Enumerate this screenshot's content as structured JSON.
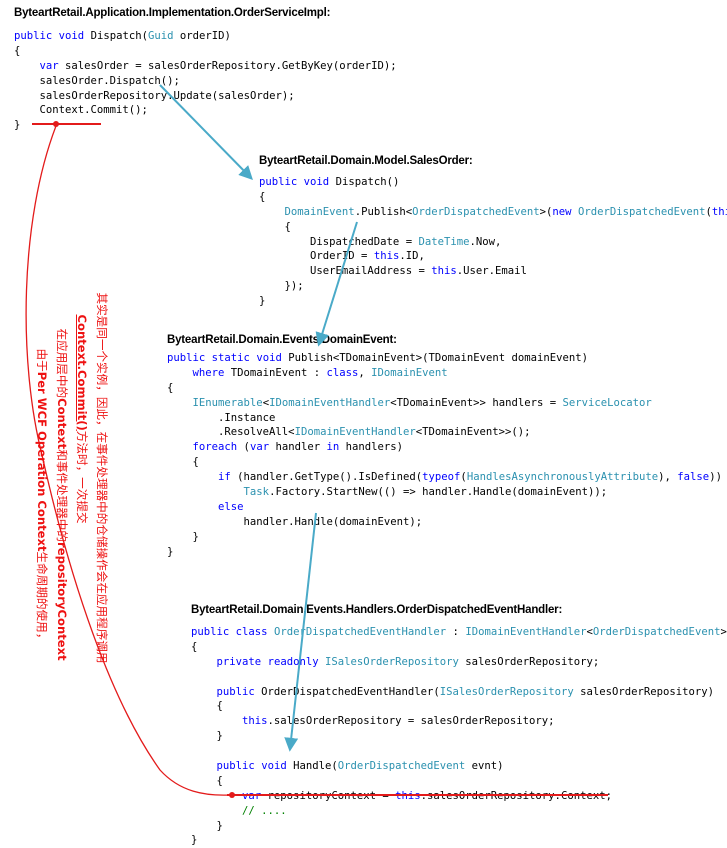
{
  "blocks": [
    {
      "id": "app-service",
      "title": "ByteartRetail.Application.Implementation.OrderServiceImpl:",
      "lines": [
        [
          [
            "kw",
            "public"
          ],
          [
            "p",
            " "
          ],
          [
            "kw",
            "void"
          ],
          [
            "p",
            " Dispatch("
          ],
          [
            "ty",
            "Guid"
          ],
          [
            "p",
            " orderID)"
          ]
        ],
        [
          [
            "p",
            "{"
          ]
        ],
        [
          [
            "p",
            "    "
          ],
          [
            "kw",
            "var"
          ],
          [
            "p",
            " salesOrder = salesOrderRepository.GetByKey(orderID);"
          ]
        ],
        [
          [
            "p",
            "    salesOrder.Dispatch();"
          ]
        ],
        [
          [
            "p",
            "    salesOrderRepository.Update(salesOrder);"
          ]
        ],
        [
          [
            "p",
            "    Context.Commit();"
          ]
        ],
        [
          [
            "p",
            "}"
          ]
        ]
      ]
    },
    {
      "id": "sales-order",
      "title": "ByteartRetail.Domain.Model.SalesOrder:",
      "lines": [
        [
          [
            "kw",
            "public"
          ],
          [
            "p",
            " "
          ],
          [
            "kw",
            "void"
          ],
          [
            "p",
            " Dispatch()"
          ]
        ],
        [
          [
            "p",
            "{"
          ]
        ],
        [
          [
            "p",
            "    "
          ],
          [
            "ty",
            "DomainEvent"
          ],
          [
            "p",
            ".Publish<"
          ],
          [
            "ty",
            "OrderDispatchedEvent"
          ],
          [
            "p",
            ">("
          ],
          [
            "kw",
            "new"
          ],
          [
            "p",
            " "
          ],
          [
            "ty",
            "OrderDispatchedEvent"
          ],
          [
            "p",
            "("
          ],
          [
            "kw",
            "this"
          ],
          [
            "p",
            ")"
          ]
        ],
        [
          [
            "p",
            "    {"
          ]
        ],
        [
          [
            "p",
            "        DispatchedDate = "
          ],
          [
            "ty",
            "DateTime"
          ],
          [
            "p",
            ".Now,"
          ]
        ],
        [
          [
            "p",
            "        OrderID = "
          ],
          [
            "kw",
            "this"
          ],
          [
            "p",
            ".ID,"
          ]
        ],
        [
          [
            "p",
            "        UserEmailAddress = "
          ],
          [
            "kw",
            "this"
          ],
          [
            "p",
            ".User.Email"
          ]
        ],
        [
          [
            "p",
            "    });"
          ]
        ],
        [
          [
            "p",
            "}"
          ]
        ]
      ]
    },
    {
      "id": "domain-event",
      "title": "ByteartRetail.Domain.Events.DomainEvent:",
      "lines": [
        [
          [
            "kw",
            "public"
          ],
          [
            "p",
            " "
          ],
          [
            "kw",
            "static"
          ],
          [
            "p",
            " "
          ],
          [
            "kw",
            "void"
          ],
          [
            "p",
            " Publish<TDomainEvent>(TDomainEvent domainEvent)"
          ]
        ],
        [
          [
            "p",
            "    "
          ],
          [
            "kw",
            "where"
          ],
          [
            "p",
            " TDomainEvent : "
          ],
          [
            "kw",
            "class"
          ],
          [
            "p",
            ", "
          ],
          [
            "ty",
            "IDomainEvent"
          ]
        ],
        [
          [
            "p",
            "{"
          ]
        ],
        [
          [
            "p",
            "    "
          ],
          [
            "ty",
            "IEnumerable"
          ],
          [
            "p",
            "<"
          ],
          [
            "ty",
            "IDomainEventHandler"
          ],
          [
            "p",
            "<TDomainEvent>> handlers = "
          ],
          [
            "ty",
            "ServiceLocator"
          ]
        ],
        [
          [
            "p",
            "        .Instance"
          ]
        ],
        [
          [
            "p",
            "        .ResolveAll<"
          ],
          [
            "ty",
            "IDomainEventHandler"
          ],
          [
            "p",
            "<TDomainEvent>>();"
          ]
        ],
        [
          [
            "p",
            "    "
          ],
          [
            "kw",
            "foreach"
          ],
          [
            "p",
            " ("
          ],
          [
            "kw",
            "var"
          ],
          [
            "p",
            " handler "
          ],
          [
            "kw",
            "in"
          ],
          [
            "p",
            " handlers)"
          ]
        ],
        [
          [
            "p",
            "    {"
          ]
        ],
        [
          [
            "p",
            "        "
          ],
          [
            "kw",
            "if"
          ],
          [
            "p",
            " (handler.GetType().IsDefined("
          ],
          [
            "kw",
            "typeof"
          ],
          [
            "p",
            "("
          ],
          [
            "ty",
            "HandlesAsynchronouslyAttribute"
          ],
          [
            "p",
            "), "
          ],
          [
            "kw",
            "false"
          ],
          [
            "p",
            "))"
          ]
        ],
        [
          [
            "p",
            "            "
          ],
          [
            "ty",
            "Task"
          ],
          [
            "p",
            ".Factory.StartNew(() => handler.Handle(domainEvent));"
          ]
        ],
        [
          [
            "p",
            "        "
          ],
          [
            "kw",
            "else"
          ]
        ],
        [
          [
            "p",
            "            handler.Handle(domainEvent);"
          ]
        ],
        [
          [
            "p",
            "    }"
          ]
        ],
        [
          [
            "p",
            "}"
          ]
        ]
      ]
    },
    {
      "id": "event-handler",
      "title": "ByteartRetail.Domain.Events.Handlers.OrderDispatchedEventHandler:",
      "lines": [
        [
          [
            "kw",
            "public"
          ],
          [
            "p",
            " "
          ],
          [
            "kw",
            "class"
          ],
          [
            "p",
            " "
          ],
          [
            "ty",
            "OrderDispatchedEventHandler"
          ],
          [
            "p",
            " : "
          ],
          [
            "ty",
            "IDomainEventHandler"
          ],
          [
            "p",
            "<"
          ],
          [
            "ty",
            "OrderDispatchedEvent"
          ],
          [
            "p",
            ">"
          ]
        ],
        [
          [
            "p",
            "{"
          ]
        ],
        [
          [
            "p",
            "    "
          ],
          [
            "kw",
            "private"
          ],
          [
            "p",
            " "
          ],
          [
            "kw",
            "readonly"
          ],
          [
            "p",
            " "
          ],
          [
            "ty",
            "ISalesOrderRepository"
          ],
          [
            "p",
            " salesOrderRepository;"
          ]
        ],
        [
          [
            "p",
            ""
          ]
        ],
        [
          [
            "p",
            "    "
          ],
          [
            "kw",
            "public"
          ],
          [
            "p",
            " OrderDispatchedEventHandler("
          ],
          [
            "ty",
            "ISalesOrderRepository"
          ],
          [
            "p",
            " salesOrderRepository)"
          ]
        ],
        [
          [
            "p",
            "    {"
          ]
        ],
        [
          [
            "p",
            "        "
          ],
          [
            "kw",
            "this"
          ],
          [
            "p",
            ".salesOrderRepository = salesOrderRepository;"
          ]
        ],
        [
          [
            "p",
            "    }"
          ]
        ],
        [
          [
            "p",
            ""
          ]
        ],
        [
          [
            "p",
            "    "
          ],
          [
            "kw",
            "public"
          ],
          [
            "p",
            " "
          ],
          [
            "kw",
            "void"
          ],
          [
            "p",
            " Handle("
          ],
          [
            "ty",
            "OrderDispatchedEvent"
          ],
          [
            "p",
            " evnt)"
          ]
        ],
        [
          [
            "p",
            "    {"
          ]
        ],
        [
          [
            "p",
            "        "
          ],
          [
            "kw",
            "var"
          ],
          [
            "p",
            " repositoryContext = "
          ],
          [
            "kw",
            "this"
          ],
          [
            "p",
            ".salesOrderRepository.Context;"
          ]
        ],
        [
          [
            "cm",
            "        // ...."
          ]
        ],
        [
          [
            "p",
            "    }"
          ]
        ],
        [
          [
            "p",
            "}"
          ]
        ]
      ]
    }
  ],
  "annotation": {
    "line1": "其实是同一个实例，因此，在事件处理器中的仓储操作会在应用程序调用",
    "line2_bold_a": "Context.Commit()",
    "line2_b": "方法时，一次提交",
    "line3_a": "在应用层中的",
    "line3_bold_a": "Context",
    "line3_b": "和事件处理器中的",
    "line3_bold_b": "repositoryContext",
    "line4_a": "由于",
    "line4_bold": "Per WCF Operation Context",
    "line4_b": "生命周期的使用，",
    "color": "#ee1111"
  },
  "colors": {
    "keyword": "#0000ff",
    "type": "#2b91af",
    "comment": "#008000",
    "arrow": "#4aaac8",
    "annotation": "#ee1111"
  }
}
